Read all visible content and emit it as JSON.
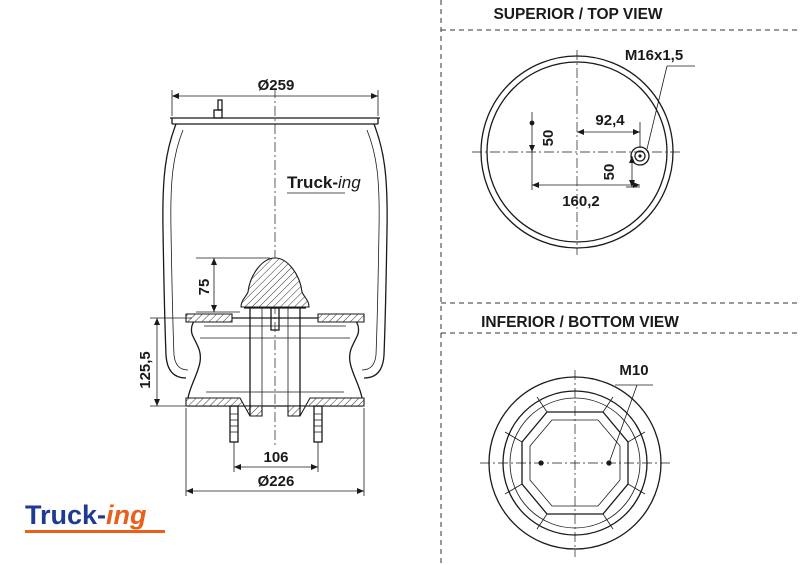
{
  "headings": {
    "top_view": "SUPERIOR / TOP VIEW",
    "bottom_view": "INFERIOR / BOTTOM VIEW"
  },
  "side_view": {
    "dim_top_diameter": "Ø259",
    "dim_bottom_diameter": "Ø226",
    "dim_piston_spacing": "106",
    "dim_height_upper": "75",
    "dim_height_lower": "125,5"
  },
  "top_view": {
    "thread_label": "M16x1,5",
    "dim_offset_x": "92,4",
    "dim_offset_y1": "50",
    "dim_offset_y2": "50",
    "dim_width": "160,2"
  },
  "bottom_view": {
    "thread_label": "M10"
  },
  "logo": {
    "word_main": "Truck-",
    "word_accent": "ing",
    "colors": {
      "main": "#1f3a93",
      "accent": "#e8601c"
    }
  }
}
